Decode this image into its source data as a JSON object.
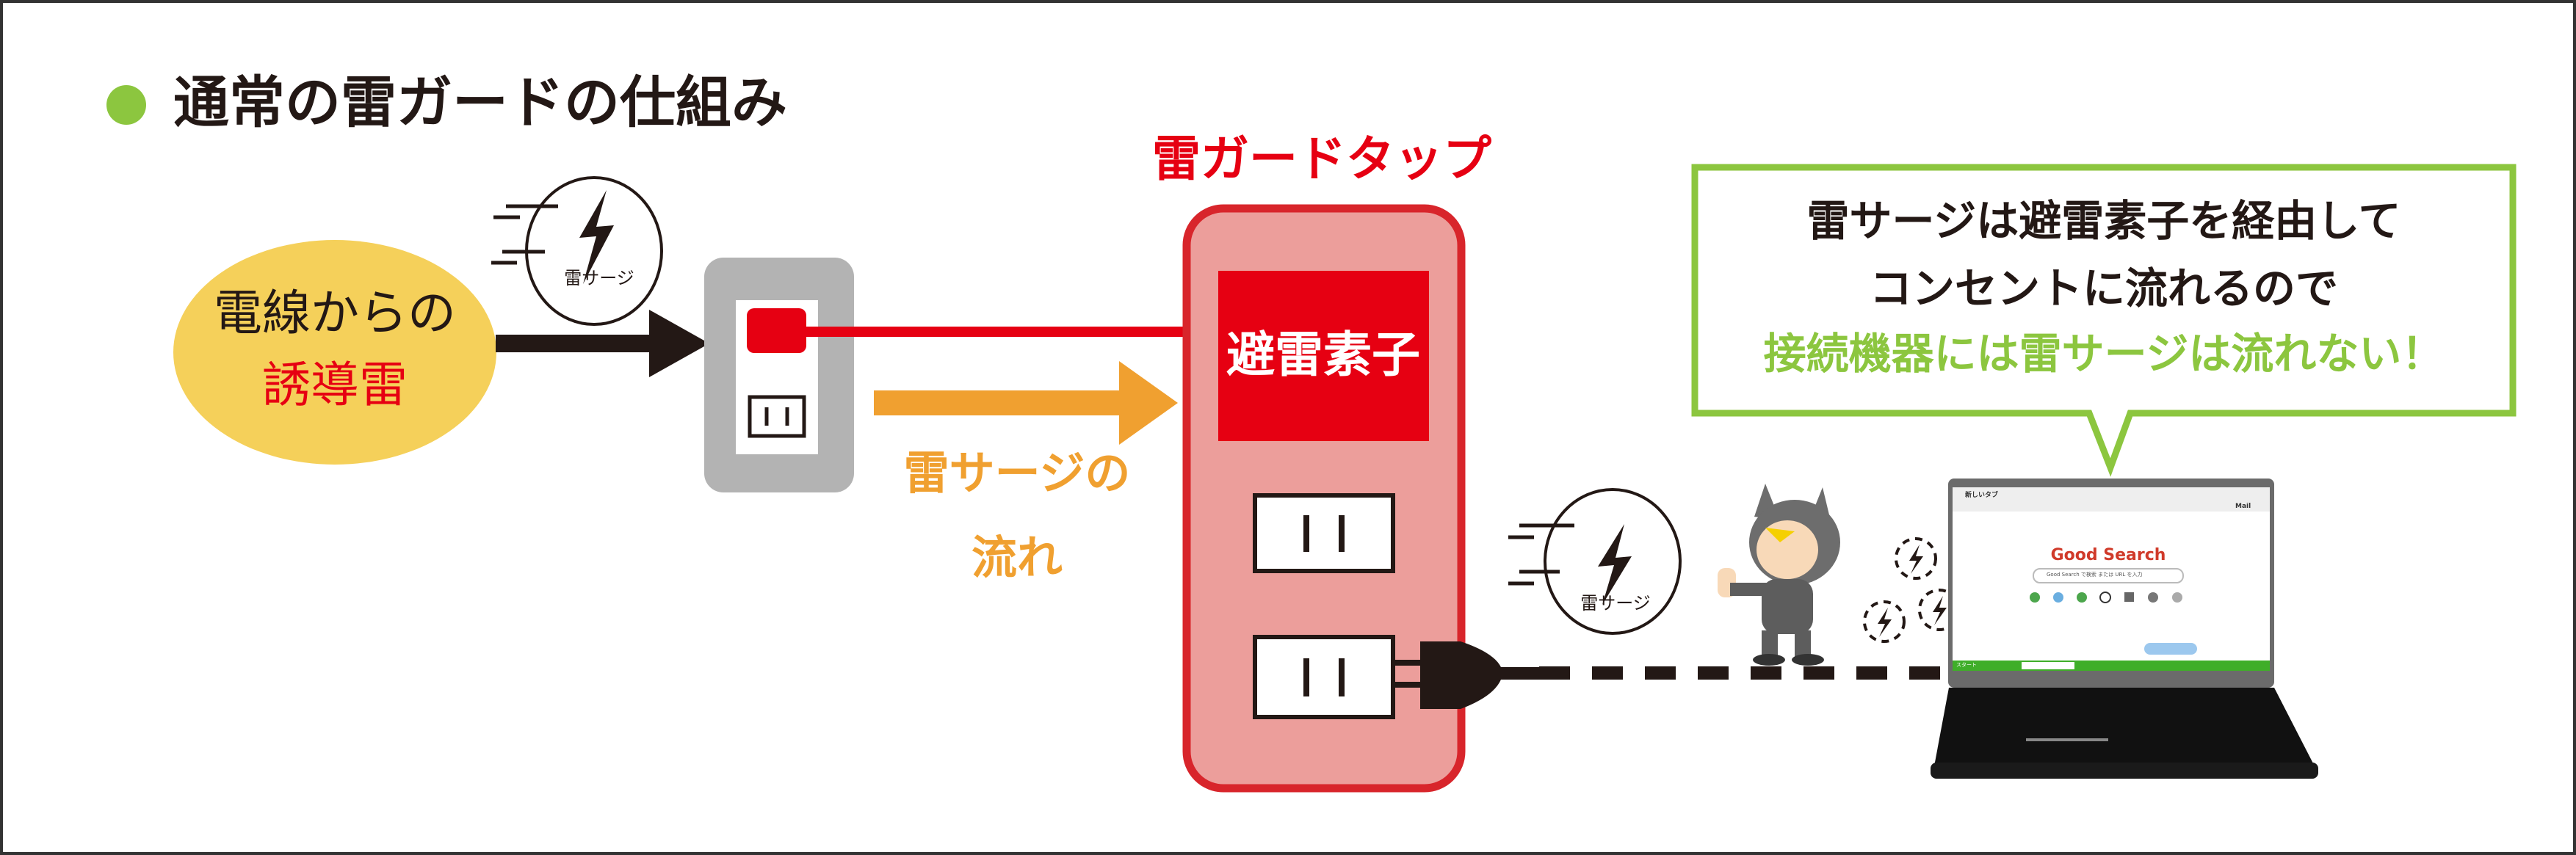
{
  "title": "通常の雷ガードの仕組み",
  "source": {
    "line1": "電線からの",
    "line2": "誘導雷"
  },
  "surge_badge_label": "雷サージ",
  "surge_flow": {
    "line1": "雷サージの",
    "line2": "流れ"
  },
  "tap": {
    "title": "雷ガードタップ",
    "element_label": "避雷素子"
  },
  "callout": {
    "line1": "雷サージは避雷素子を経由して",
    "line2": "コンセントに流れるので",
    "line3": "接続機器には雷サージは流れない！"
  },
  "laptop": {
    "tab_label": "新しいタブ",
    "mail_label": "Mail",
    "logo": "Good Search",
    "search_placeholder": "Good Search で検索 または URL を入力",
    "start_label": "スタート"
  },
  "colors": {
    "accent_green": "#8cc63f",
    "red": "#e60012",
    "orange": "#f0a030",
    "yellow": "#f5d05a",
    "tap_fill": "#ec9e9b",
    "outlet_gray": "#b3b3b3"
  }
}
